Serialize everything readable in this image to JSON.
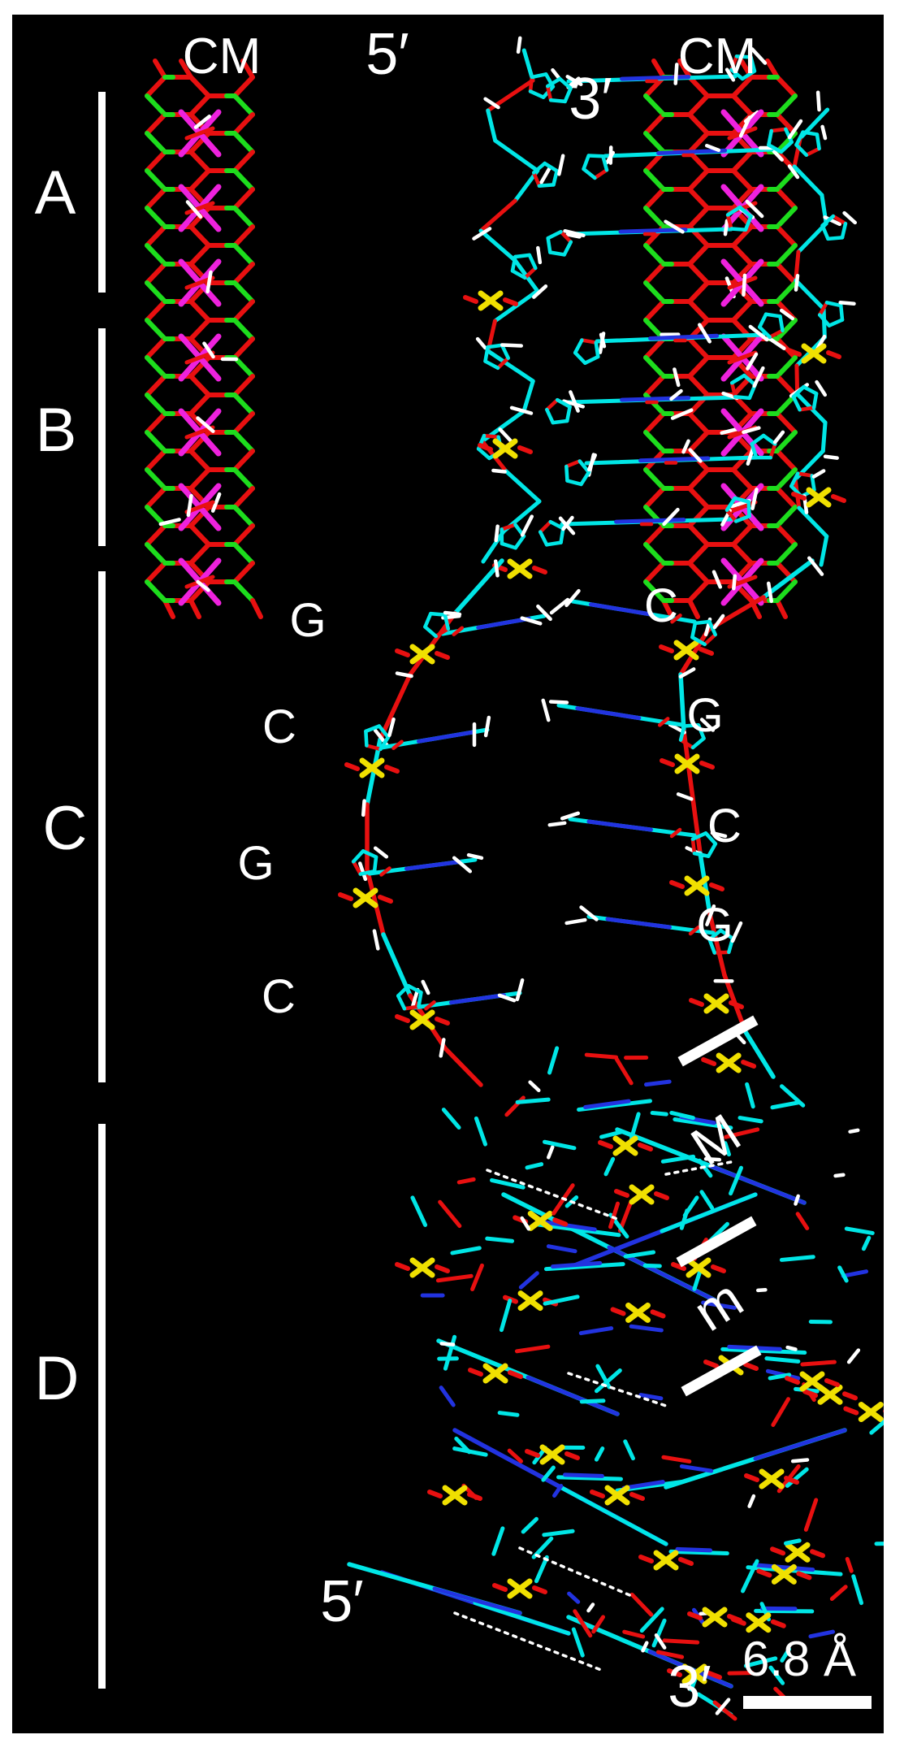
{
  "figure": {
    "top_labels": {
      "cm_left": "CM",
      "five_prime": "5′",
      "three_prime": "3′",
      "cm_right": "CM"
    },
    "section_brackets": {
      "a": "A",
      "b": "B",
      "c": "C",
      "d": "D"
    },
    "left_strand_bases": [
      "G",
      "C",
      "G",
      "C"
    ],
    "right_strand_bases": [
      "C",
      "G",
      "C",
      "G"
    ],
    "grooves": {
      "major": "M",
      "minor": "m"
    },
    "bottom_labels": {
      "five_prime": "5′",
      "three_prime": "3′"
    },
    "scale_bar": {
      "label": "6.8 Å"
    },
    "colors": {
      "background": "#ffffff",
      "panel": "#000000",
      "annotation": "#ffffff",
      "carbon": "#00e6e6",
      "oxygen": "#e81010",
      "nitrogen": "#2233e0",
      "phosphorus": "#f0e000",
      "hydrogen": "#ffffff",
      "lattice_red": "#e81010",
      "lattice_green": "#1ddd1d",
      "lattice_magenta": "#ee22dd"
    }
  }
}
